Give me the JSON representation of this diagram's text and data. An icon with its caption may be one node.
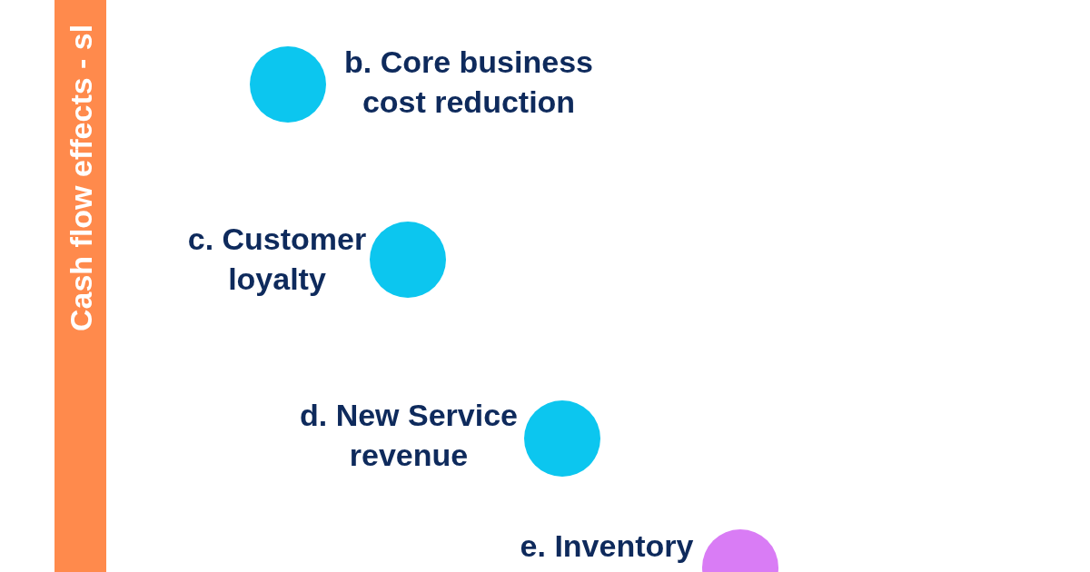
{
  "diagram": {
    "nodes": [
      {
        "text": [
          "Cash flow effects - sl"
        ]
      },
      {
        "text": [],
        "shape": "circle",
        "beside": [
          "b. Core business cost reduction"
        ]
      },
      {
        "text": [],
        "shape": "circle",
        "beside": [
          "c. Customer loyalty"
        ]
      },
      {
        "text": [],
        "shape": "circle",
        "beside": [
          "d. New Service revenue"
        ]
      },
      {
        "text": [],
        "shape": "circle",
        "beside": [
          "e. Inventory"
        ]
      }
    ]
  }
}
